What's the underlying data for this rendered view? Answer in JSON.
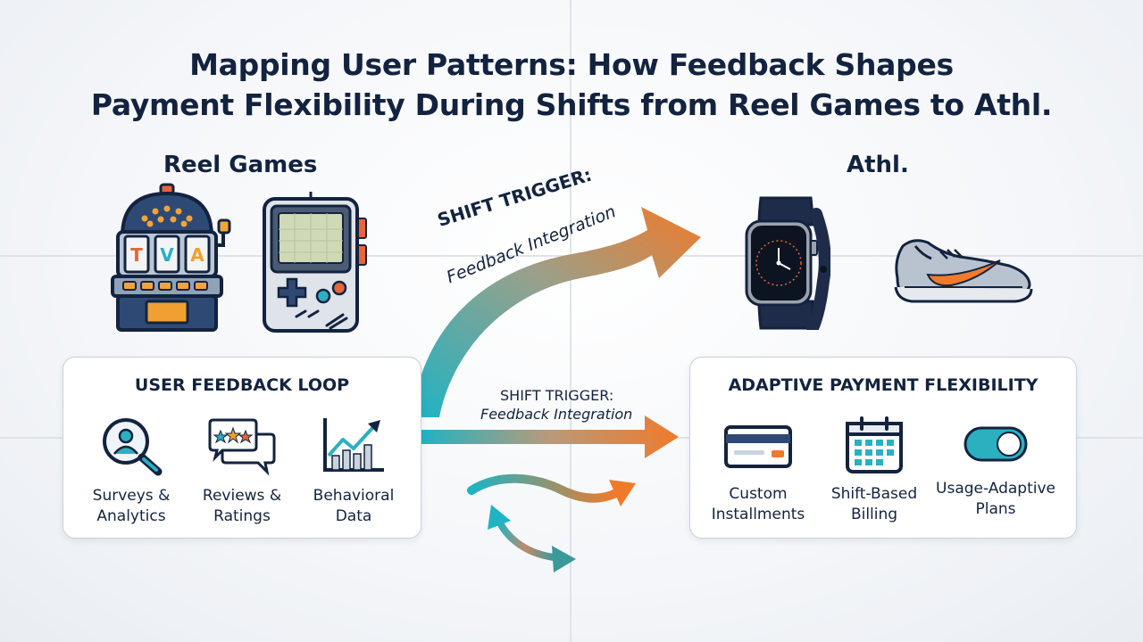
{
  "title": {
    "line1": "Mapping User Patterns: How Feedback Shapes",
    "line2": "Payment Flexibility During Shifts from Reel Games to Athl."
  },
  "left_section": {
    "label": "Reel Games",
    "icons": [
      "slot-machine-icon",
      "handheld-game-console-icon"
    ]
  },
  "right_section": {
    "label": "Athl.",
    "icons": [
      "smartwatch-icon",
      "running-shoe-icon"
    ]
  },
  "feedback_card": {
    "heading": "USER FEEDBACK LOOP",
    "items": [
      {
        "line1": "Surveys &",
        "line2": "Analytics",
        "icon": "magnifier-user-icon"
      },
      {
        "line1": "Reviews &",
        "line2": "Ratings",
        "icon": "rating-bubbles-icon"
      },
      {
        "line1": "Behavioral",
        "line2": "Data",
        "icon": "trend-chart-icon"
      }
    ]
  },
  "payment_card": {
    "heading": "ADAPTIVE PAYMENT FLEXIBILITY",
    "items": [
      {
        "line1": "Custom",
        "line2": "Installments",
        "icon": "credit-card-icon"
      },
      {
        "line1": "Shift-Based",
        "line2": "Billing",
        "icon": "calendar-icon"
      },
      {
        "line1": "Usage-Adaptive",
        "line2": "Plans",
        "icon": "toggle-switch-icon"
      }
    ]
  },
  "arrows": {
    "top": {
      "label_bold": "SHIFT TRIGGER:",
      "label_italic": "Feedback Integration"
    },
    "middle": {
      "label_bold": "SHIFT TRIGGER:",
      "label_italic": "Feedback Integration"
    }
  },
  "colors": {
    "navy": "#13233f",
    "teal": "#1fb3c4",
    "orange": "#f07a2a"
  }
}
